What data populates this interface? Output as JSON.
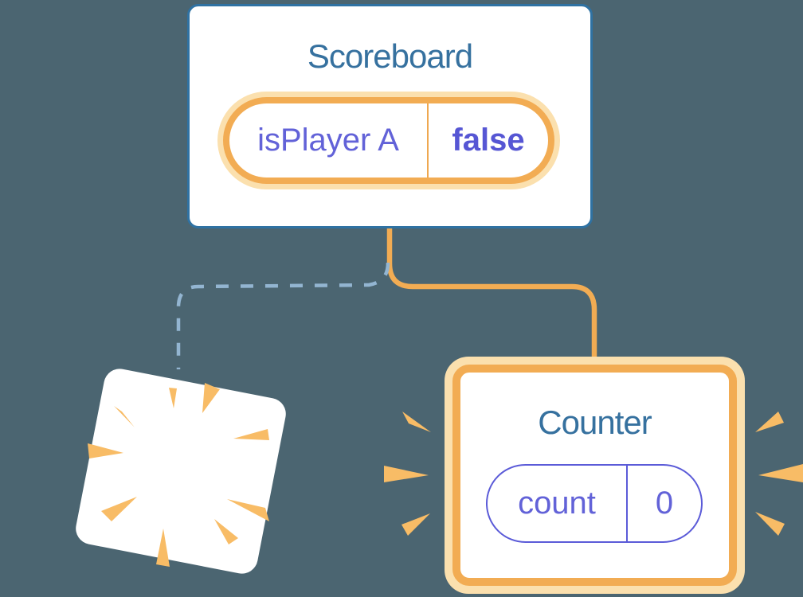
{
  "diagram": {
    "description": "React component tree state diagram: Scoreboard parent keeps state, one child Counter is removed (poof) and a new Counter is mounted with fresh state",
    "background_color": "#4B6571",
    "scoreboard": {
      "title": "Scoreboard",
      "state_key": "isPlayer A",
      "state_value": "false",
      "border_color": "#2F72A3",
      "pill_stroke_color": "#F2AC53",
      "pill_halo_color": "#FBE0AE",
      "sparkles_icon": "sparkles-icon"
    },
    "counter": {
      "title": "Counter",
      "state_key": "count",
      "state_value": "0",
      "pill_border_color": "#5B5BD8",
      "highlight_border_color": "#F2AC53",
      "highlight_halo_color": "#FBE0AE",
      "emphasis_icon": "emphasis-burst-icon"
    },
    "poof": {
      "icon": "poof-burst-icon",
      "burst_color": "#F8BC66",
      "card_rotation_deg": 11
    },
    "connectors": {
      "solid_color": "#F2AC53",
      "dashed_color": "#93B5D1"
    },
    "text_colors": {
      "title_blue": "#36719F",
      "state_indigo": "#6262D8",
      "state_value_bold_indigo": "#5656D4"
    }
  }
}
